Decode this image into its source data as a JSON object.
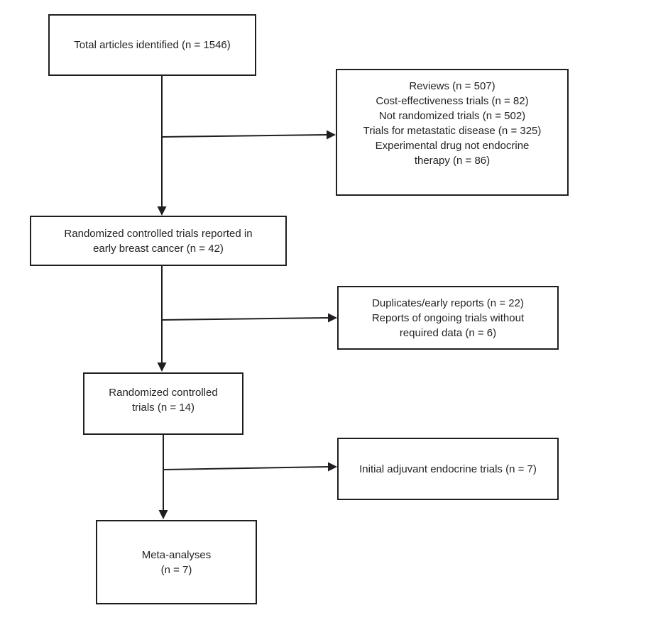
{
  "diagram": {
    "type": "flowchart",
    "colors": {
      "background": "#ffffff",
      "box_border": "#211e21",
      "line": "#211e21",
      "text": "#252226"
    },
    "boxes": {
      "total": {
        "text": "Total articles identified (n = 1546)"
      },
      "excluded1": {
        "text": "Reviews (n = 507)\nCost-effectiveness trials (n = 82)\nNot randomized trials (n = 502)\nTrials for metastatic disease (n = 325)\nExperimental drug not endocrine\ntherapy (n = 86)"
      },
      "rct_early": {
        "text": "Randomized controlled trials reported in\nearly breast cancer (n = 42)"
      },
      "excluded2": {
        "text": "Duplicates/early reports (n = 22)\nReports of ongoing trials without\nrequired data (n = 6)"
      },
      "rct": {
        "text": "Randomized controlled\ntrials (n = 14)"
      },
      "excluded3": {
        "text": "Initial adjuvant endocrine trials (n = 7)"
      },
      "meta": {
        "text": "Meta-analyses\n(n = 7)"
      }
    }
  }
}
